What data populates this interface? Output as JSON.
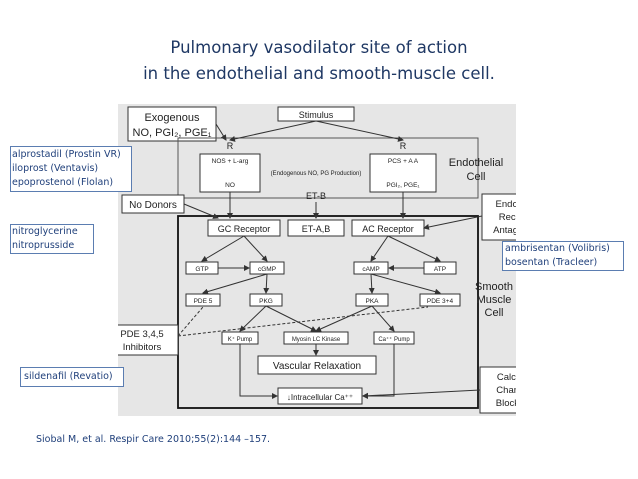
{
  "title": {
    "line1": "Pulmonary vasodilator site of action",
    "line2": "in the endothelial and smooth-muscle cell."
  },
  "annotations": {
    "prostanoids": [
      "alprostadil (Prostin VR)",
      "iloprost (Ventavis)",
      "epoprostenol (Flolan)"
    ],
    "nitrates": [
      "nitroglycerine",
      "nitroprusside"
    ],
    "era": [
      "ambrisentan (Volibris)",
      "bosentan (Tracleer)"
    ],
    "pde": [
      "sildenafil (Revatio)"
    ]
  },
  "figure": {
    "stimulus": "Stimulus",
    "exogenous_1": "Exogenous",
    "exogenous_2": "NO, PGI₂, PGE₁",
    "r_left": "R",
    "r_right": "R",
    "nos": "NOS + L-arg",
    "no": "NO",
    "endogenous": "(Endogenous NO, PG Production)",
    "pcs": "PCS + A A",
    "pgi_pge": "PGI₂, PGE₁",
    "endothelial_cell": [
      "Endothelial",
      "Cell"
    ],
    "no_donors": "No Donors",
    "et_b": "ET-B",
    "endothelin": [
      "Endothelin",
      "Receptor",
      "Antagonists"
    ],
    "gc_receptor": "GC Receptor",
    "et_ab": "ET-A,B",
    "ac_receptor": "AC Receptor",
    "gtp": "GTP",
    "cgmp": "cGMP",
    "camp": "cAMP",
    "atp": "ATP",
    "smooth_muscle_cell": [
      "Smooth",
      "Muscle",
      "Cell"
    ],
    "pde5": "PDE 5",
    "pkg": "PKG",
    "pka": "PKA",
    "pde34": "PDE 3+4",
    "pde_inhibitors": [
      "PDE 3,4,5",
      "Inhibitors"
    ],
    "k_pump": "K⁺ Pump",
    "myosin": "Myosin LC Kinase",
    "ca_pump": "Ca⁺⁺ Pump",
    "vascular_relaxation": "Vascular Relaxation",
    "intracellular_ca": "↓Intracellular Ca⁺⁺",
    "ccb": [
      "Calcium",
      "Channel",
      "Blockers"
    ]
  },
  "citation": "Siobal M, et al. Respir Care 2010;55(2):144 –157."
}
